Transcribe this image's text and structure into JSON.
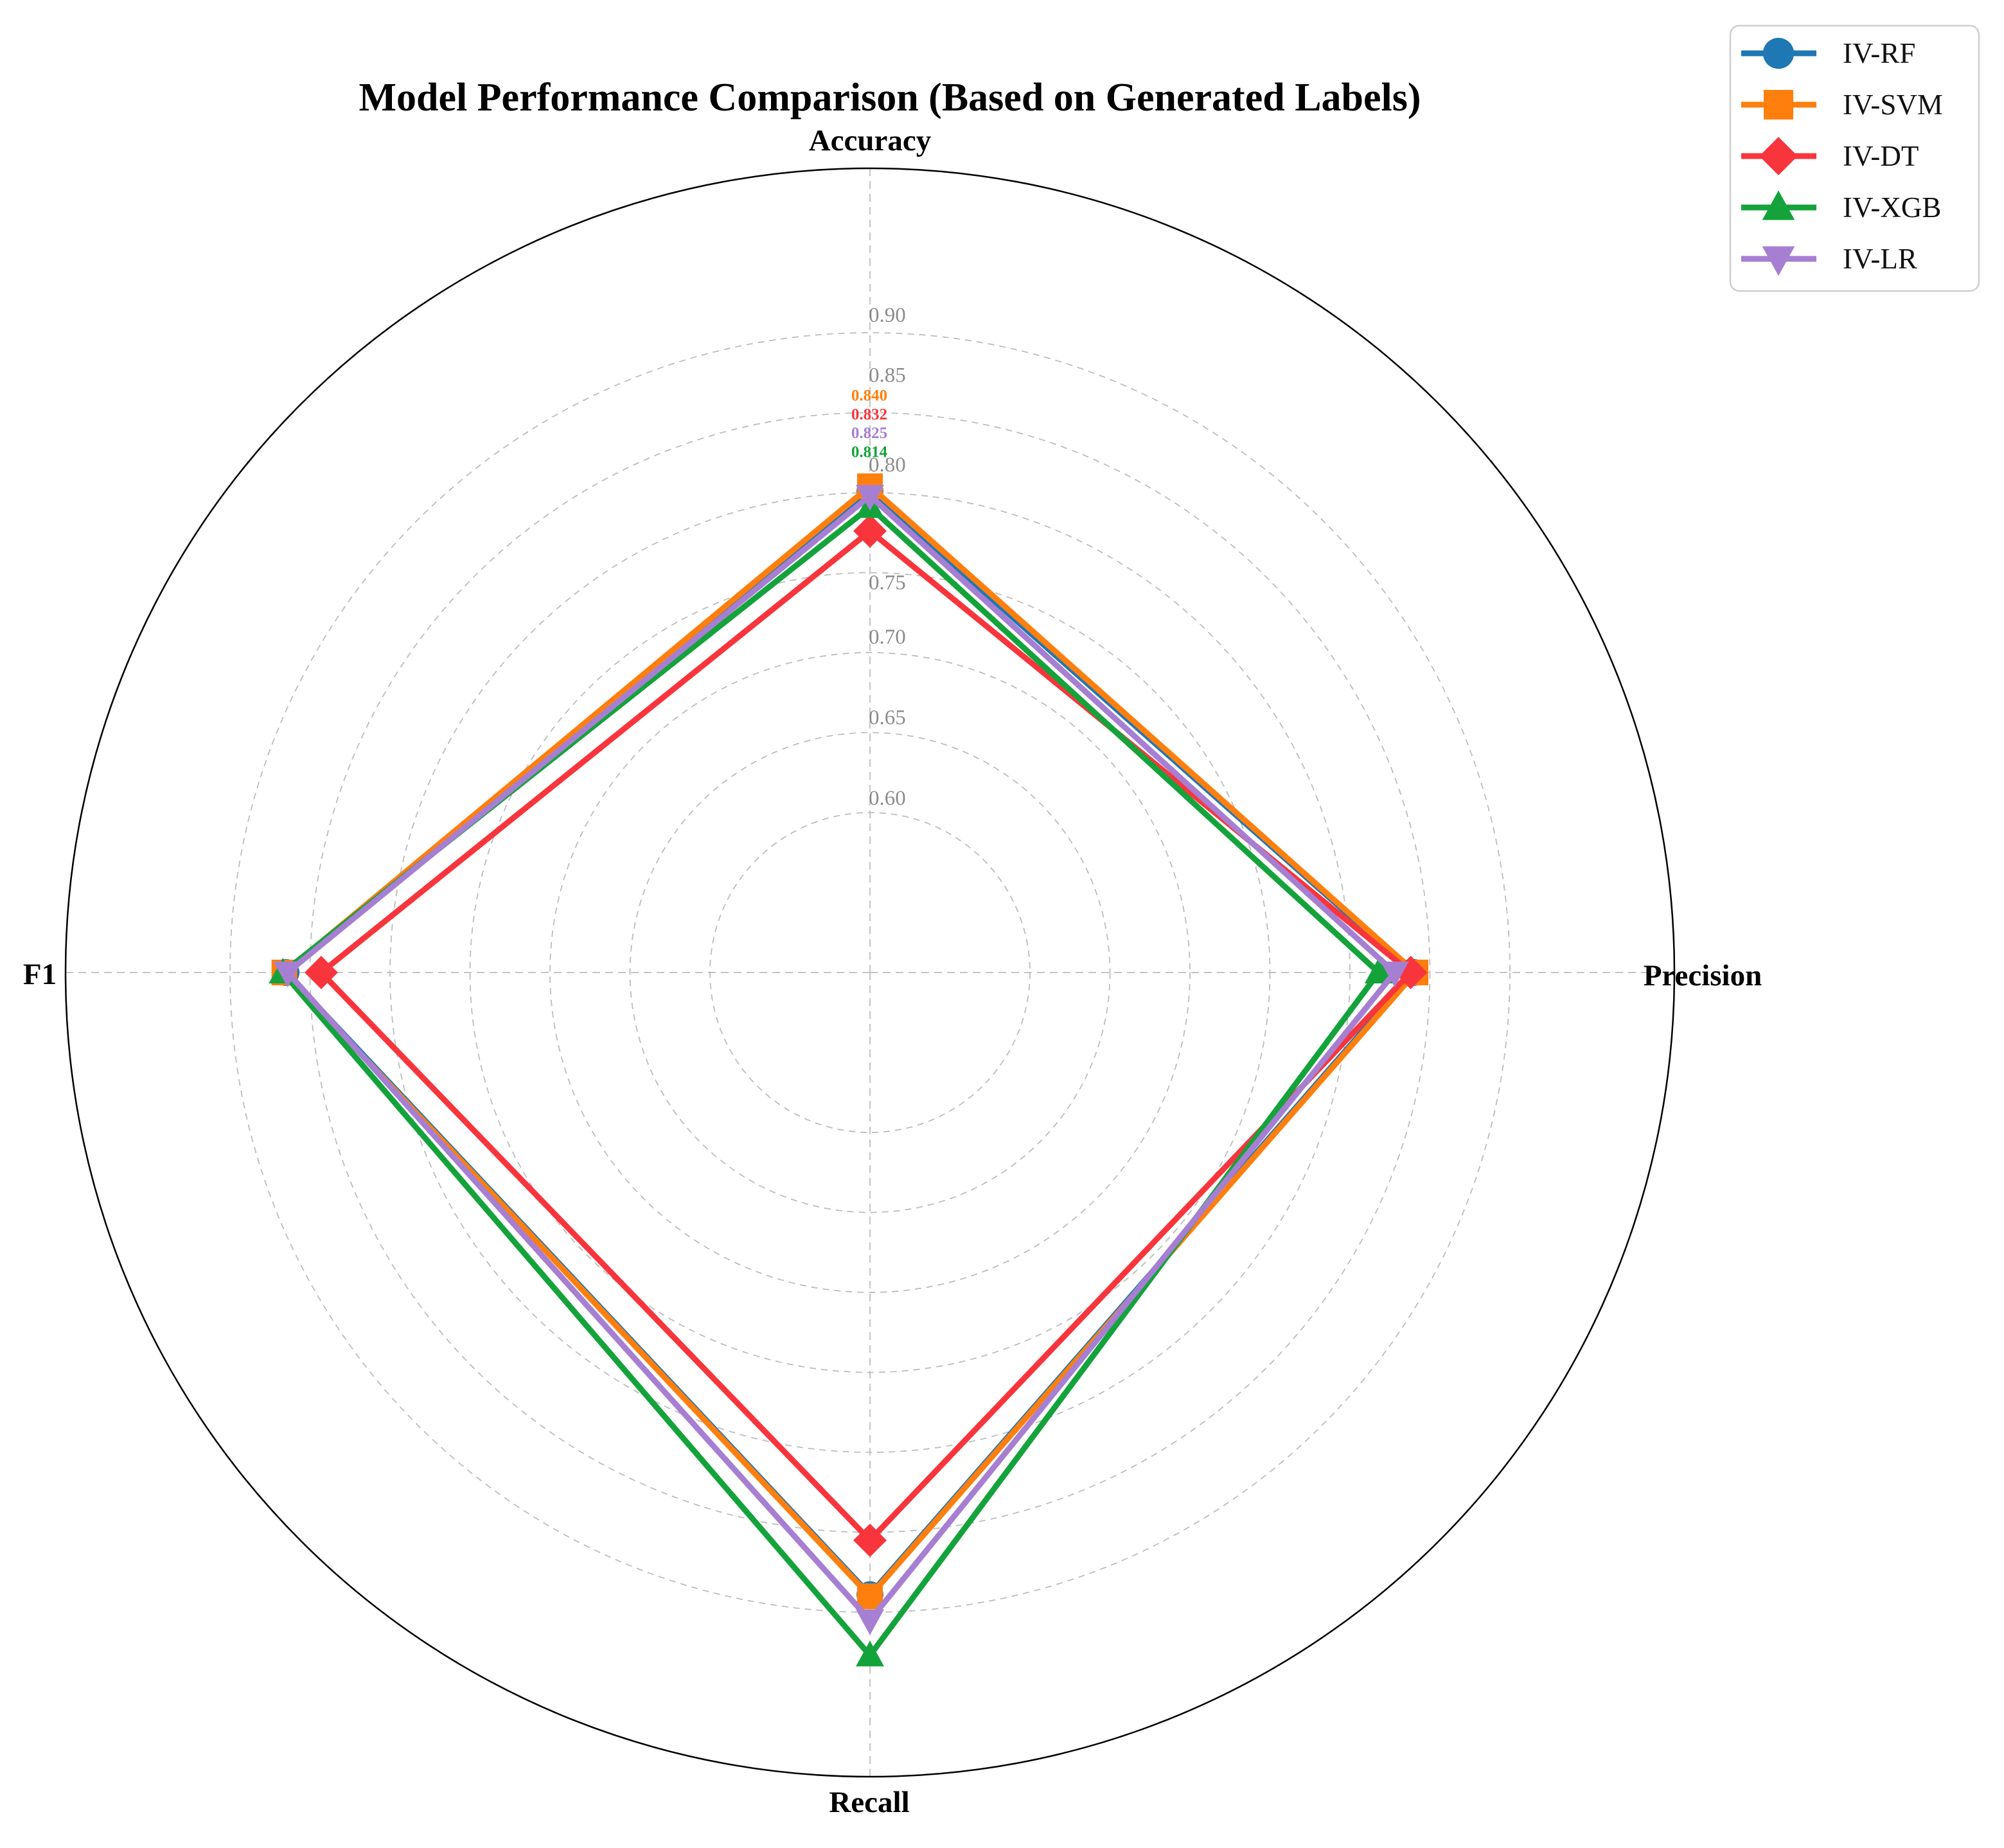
{
  "title": "Model Performance Comparison (Based on Generated Labels)",
  "chart_data": {
    "type": "radar",
    "axes": [
      "Accuracy",
      "Precision",
      "Recall",
      "F1"
    ],
    "r_axis": {
      "min": 0.5,
      "max": 1.0,
      "ticks": [
        {
          "label": "0.90",
          "value": 0.9,
          "dy": -27
        },
        {
          "label": "0.85",
          "value": 0.85,
          "dy": -58
        },
        {
          "label": "0.80",
          "value": 0.8,
          "dy": -43
        },
        {
          "label": "0.75",
          "value": 0.75,
          "dy": 16
        },
        {
          "label": "0.70",
          "value": 0.7,
          "dy": -24
        },
        {
          "label": "0.65",
          "value": 0.65,
          "dy": -23
        },
        {
          "label": "0.60",
          "value": 0.6,
          "dy": -22
        }
      ]
    },
    "grid": {
      "color": "#bdbdbd",
      "style": "dashed",
      "outer_circle_color": "#000000"
    },
    "series": [
      {
        "name": "IV-RF",
        "color": "#1f77b4",
        "marker": "circle",
        "values": [
          0.801,
          0.84,
          0.889,
          0.865
        ]
      },
      {
        "name": "IV-SVM",
        "color": "#ff7f0e",
        "marker": "square",
        "values": [
          0.804,
          0.841,
          0.89,
          0.866
        ]
      },
      {
        "name": "IV-DT",
        "color": "#f8353c",
        "marker": "diamond",
        "values": [
          0.776,
          0.838,
          0.855,
          0.843
        ]
      },
      {
        "name": "IV-XGB",
        "color": "#14a33b",
        "marker": "triangle-up",
        "values": [
          0.791,
          0.818,
          0.927,
          0.867
        ]
      },
      {
        "name": "IV-LR",
        "color": "#a67fd2",
        "marker": "triangle-down",
        "values": [
          0.798,
          0.828,
          0.905,
          0.864
        ]
      }
    ],
    "annotations": [
      {
        "text": "0.840",
        "color": "#ff7f0e"
      },
      {
        "text": "0.832",
        "color": "#f8353c"
      },
      {
        "text": "0.825",
        "color": "#a67fd2"
      },
      {
        "text": "0.814",
        "color": "#14a33b"
      }
    ],
    "legend": {
      "position": "upper right",
      "entries": [
        "IV-RF",
        "IV-SVM",
        "IV-DT",
        "IV-XGB",
        "IV-LR"
      ]
    }
  }
}
